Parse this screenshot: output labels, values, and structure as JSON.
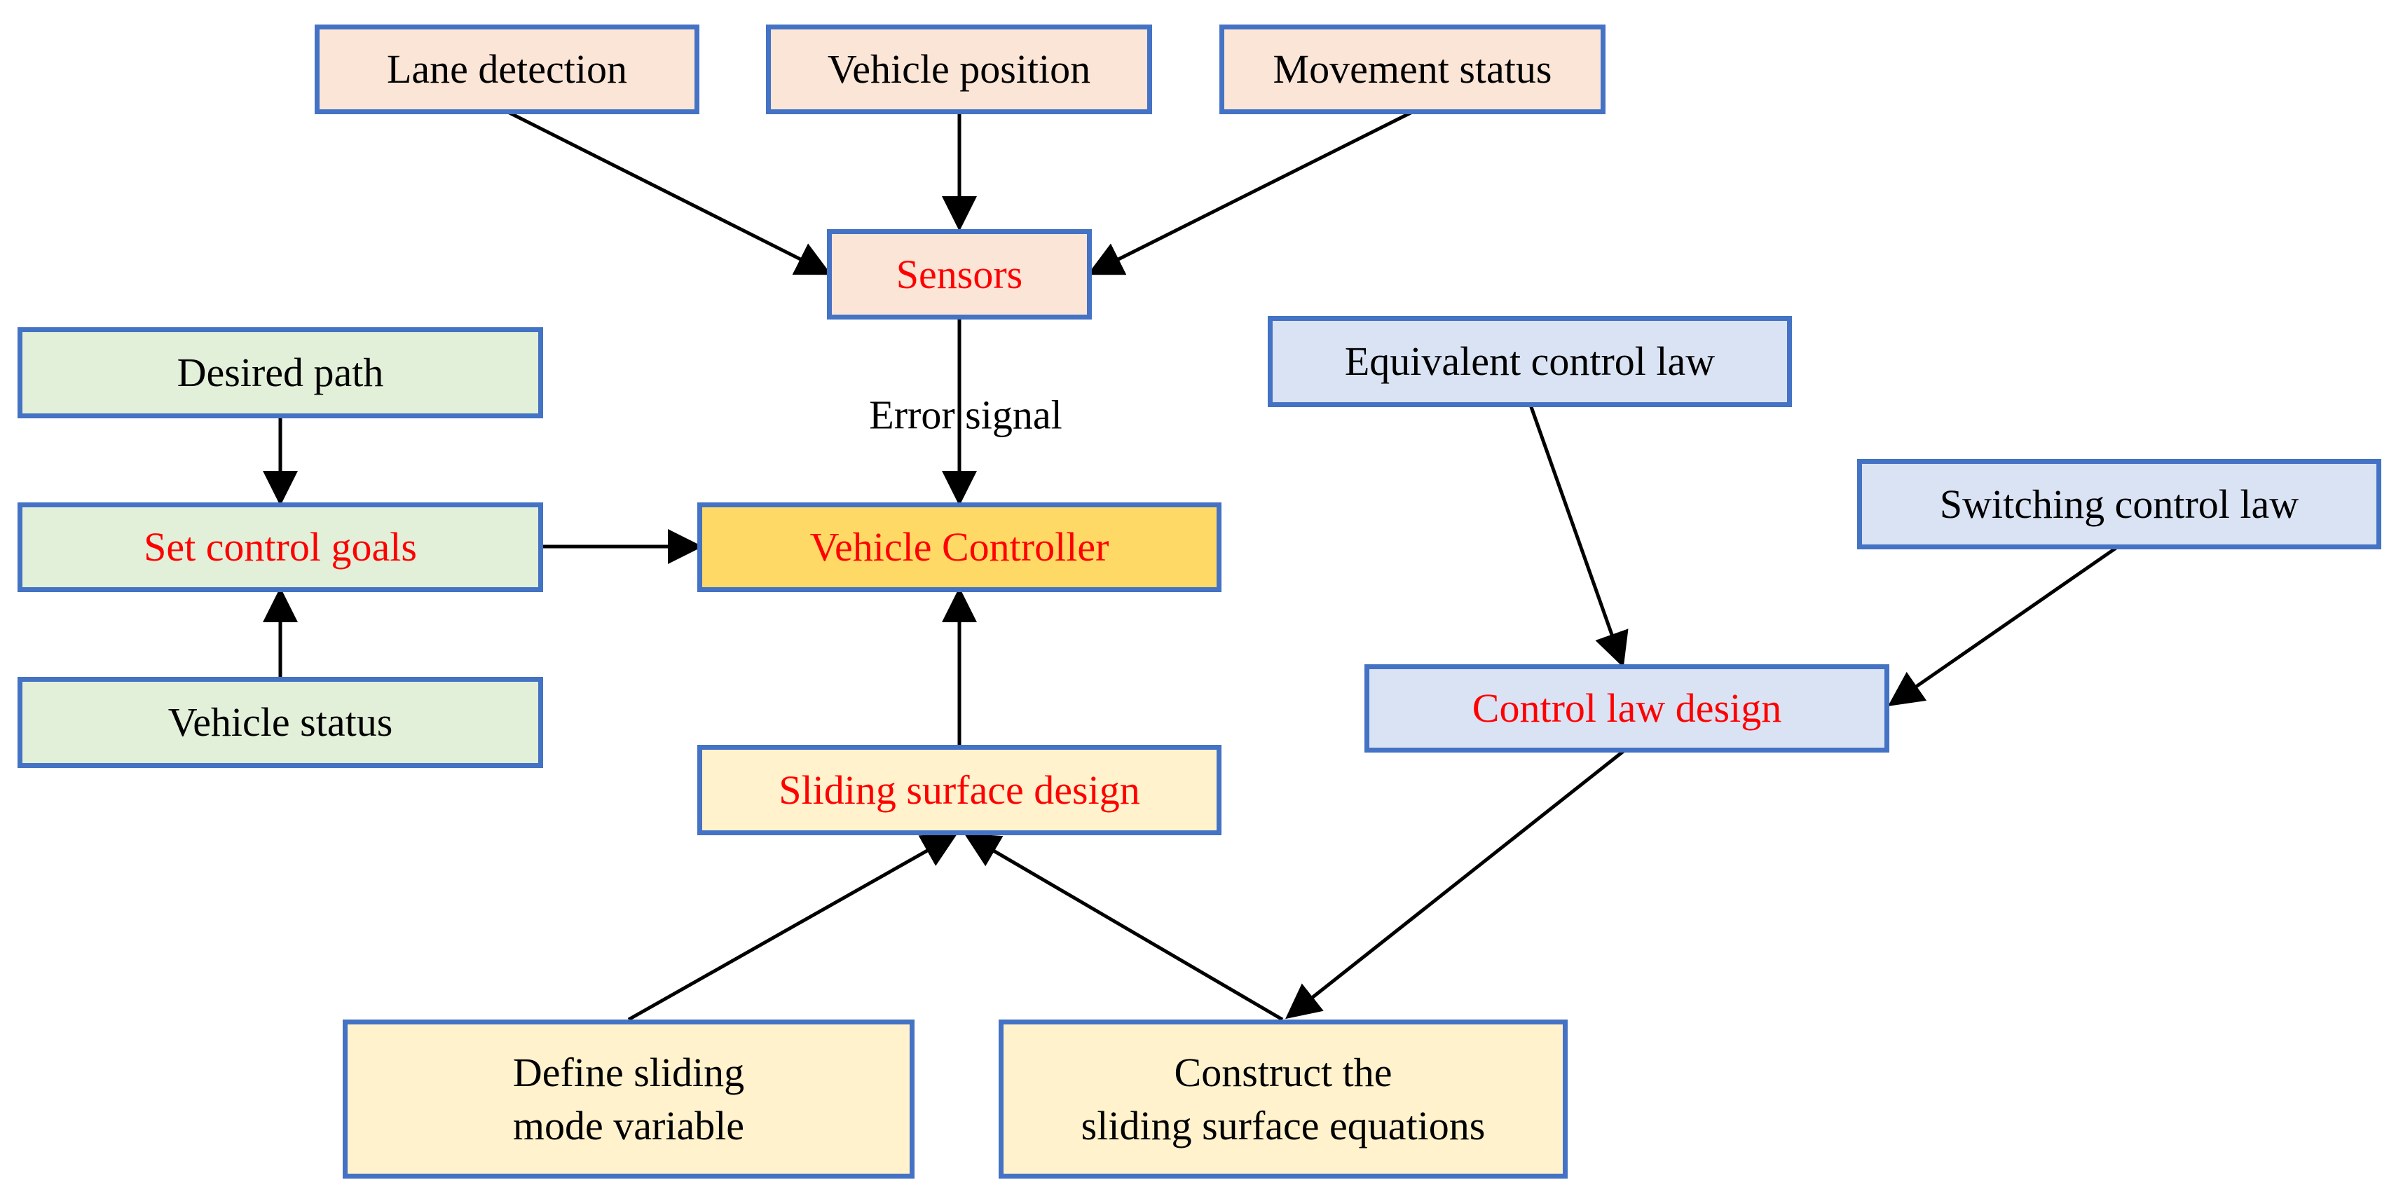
{
  "nodes": {
    "lane_detection": "Lane detection",
    "vehicle_position": "Vehicle position",
    "movement_status": "Movement status",
    "sensors": "Sensors",
    "desired_path": "Desired path",
    "set_control_goals": "Set control goals",
    "vehicle_status": "Vehicle status",
    "vehicle_controller": "Vehicle Controller",
    "sliding_surface_design": "Sliding surface design",
    "define_sliding_line1": "Define sliding",
    "define_sliding_line2": "mode variable",
    "construct_line1": "Construct the",
    "construct_line2": "sliding surface equations",
    "equivalent_control_law": "Equivalent control law",
    "switching_control_law": "Switching control law",
    "control_law_design": "Control law design"
  },
  "edge_labels": {
    "error_signal": "Error signal"
  },
  "colors": {
    "border": "#4472C4",
    "highlight_text": "#FF0000",
    "sensor_fill": "#FBE5D6",
    "goal_fill": "#E2F0D9",
    "control_law_fill": "#DAE3F3",
    "sliding_fill": "#FFF2CC",
    "controller_fill": "#FFD966",
    "arrow": "#000000"
  }
}
